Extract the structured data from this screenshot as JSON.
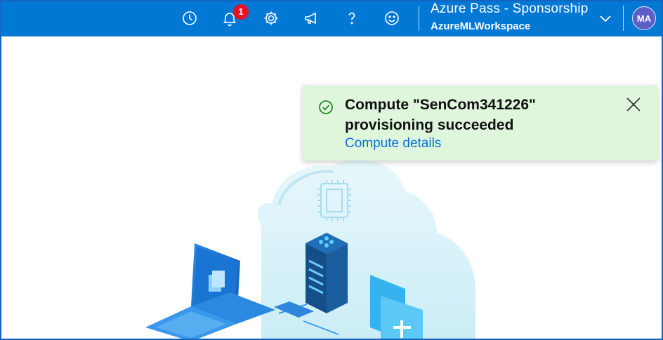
{
  "header": {
    "icons": [
      "history-icon",
      "bell-icon",
      "gear-icon",
      "megaphone-icon",
      "help-icon",
      "smiley-icon"
    ],
    "notification_count": "1",
    "account": {
      "subscription": "Azure Pass - Sponsorship",
      "workspace": "AzureMLWorkspace",
      "initials": "MA"
    }
  },
  "toast": {
    "status": "success",
    "title": "Compute \"SenCom341226\" provisioning succeeded",
    "link": "Compute details"
  },
  "colors": {
    "topbar": "#0078d4",
    "toast_background": "#dff6dd",
    "success_icon": "#107c10",
    "link": "#0b6fd3",
    "badge": "#e81123"
  }
}
